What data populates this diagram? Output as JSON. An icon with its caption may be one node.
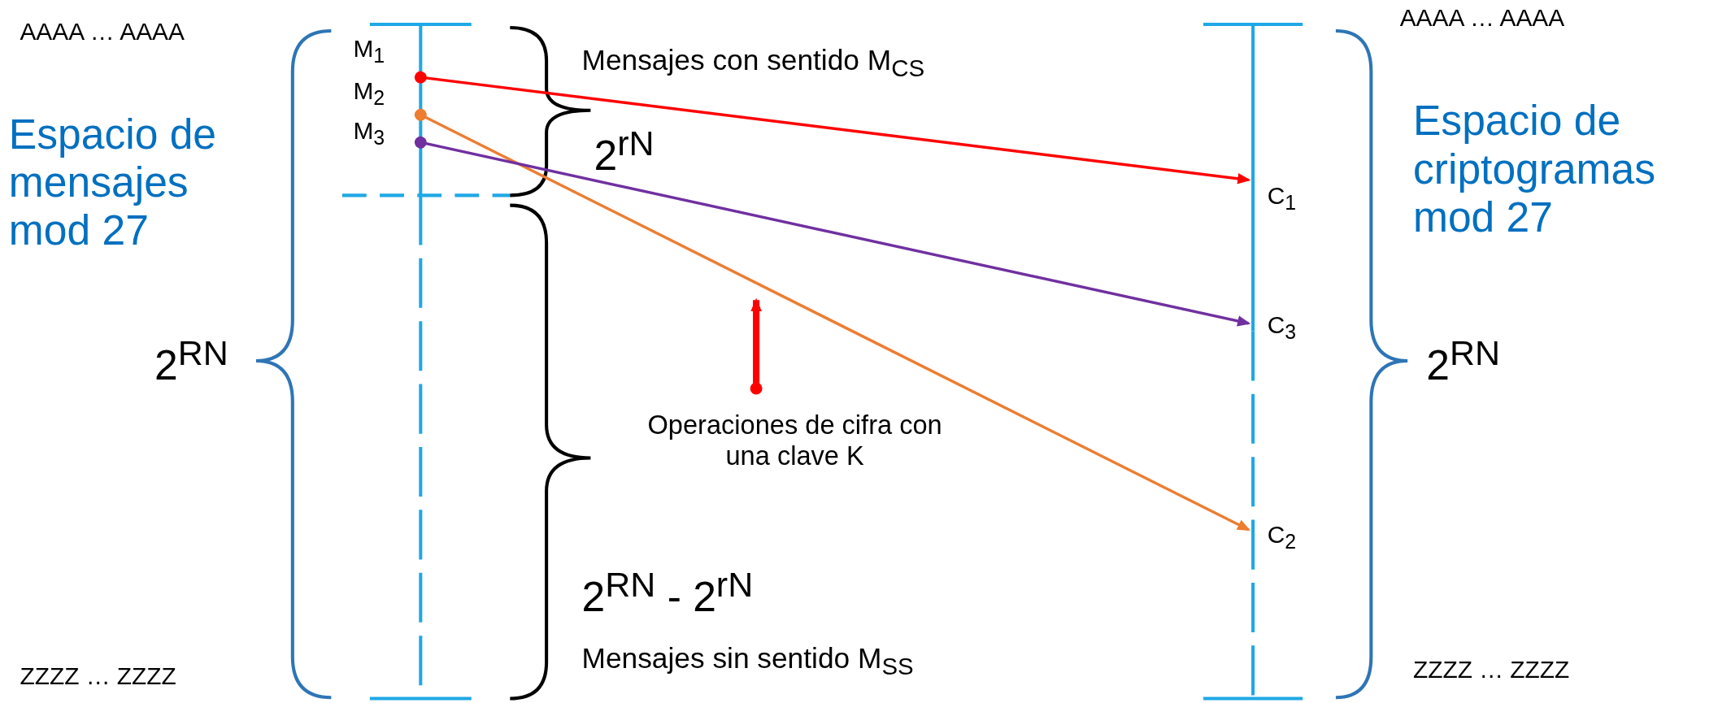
{
  "diagram": {
    "nodes": [
      {
        "text": [
          "M$_{1}$"
        ]
      },
      {
        "text": [
          "M$_{2}$"
        ]
      },
      {
        "text": [
          "M$_{3}$"
        ]
      },
      {
        "text": [
          "C$_{1}$"
        ]
      },
      {
        "text": [
          "C$_{3}$"
        ]
      },
      {
        "text": [
          "C$_{2}$"
        ]
      },
      {
        "text": [
          "Operaciones de cifra con una clave K"
        ]
      }
    ],
    "edges": [
      {
        "from": 0,
        "to": 3,
        "arrow": "to",
        "color": "#ff0000"
      },
      {
        "from": 1,
        "to": 5,
        "arrow": "to",
        "color": "#ed7d31"
      },
      {
        "from": 2,
        "to": 4,
        "arrow": "to",
        "color": "#7030a0"
      },
      {
        "from": 6,
        "to": null,
        "arrow": "to",
        "style": "thick",
        "color": "#ff0000"
      }
    ],
    "labels": [
      "AAAA … AAAA",
      "AAAA … AAAA",
      "Espacio de mensajes mod 27",
      "Espacio de criptogramas mod 27",
      "Mensajes con sentido M$_{CS}$",
      "2$^{rN}$",
      "2$^{RN}$",
      "2$^{RN}$",
      "2$^{RN}$ - 2$^{rN}$",
      "Mensajes sin sentido M$_{SS}$",
      "ZZZZ … ZZZZ",
      "ZZZZ … ZZZZ"
    ]
  }
}
